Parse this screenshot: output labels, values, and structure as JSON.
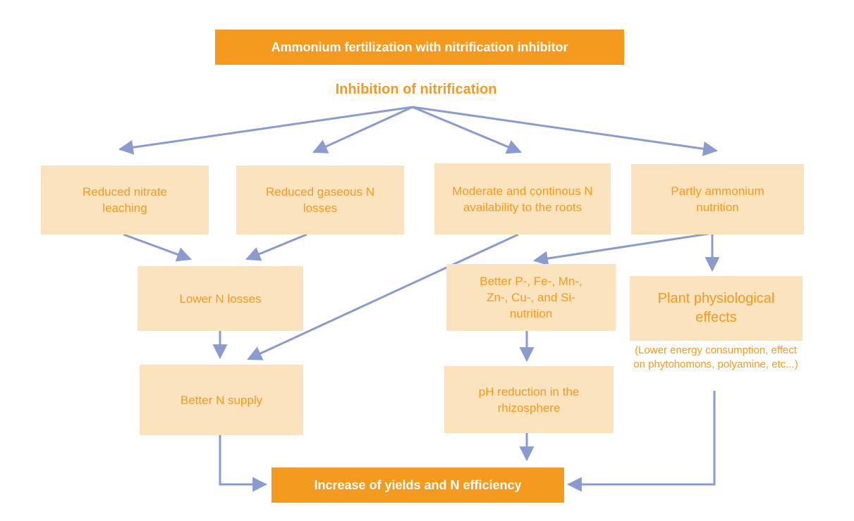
{
  "colors": {
    "accent": "#f39a1f",
    "box_fill": "#fbe3bd",
    "arrow": "#8a9bd0"
  },
  "diagram": {
    "top_title": "Ammonium fertilization with nitrification inhibitor",
    "subtitle": "Inhibition of nitrification",
    "reduced_leaching": "Reduced nitrate leaching",
    "reduced_gaseous": "Reduced gaseous N losses",
    "moderate_supply": "Moderate and continous N availability to the roots",
    "partly_ammonium": "Partly ammonium nutrition",
    "lower_losses": "Lower N losses",
    "better_nutrition": "Better P-, Fe-, Mn-, Zn-, Cu-, and Si-nutrition",
    "plant_effects": "Plant physiological effects",
    "plant_effects_note": "(Lower energy consumption, effect on phytohomons, polyamine, etc...)",
    "better_supply": "Better N supply",
    "ph_reduction": "pH reduction in the rhizosphere",
    "bottom_title": "Increase of yields and N efficiency"
  }
}
